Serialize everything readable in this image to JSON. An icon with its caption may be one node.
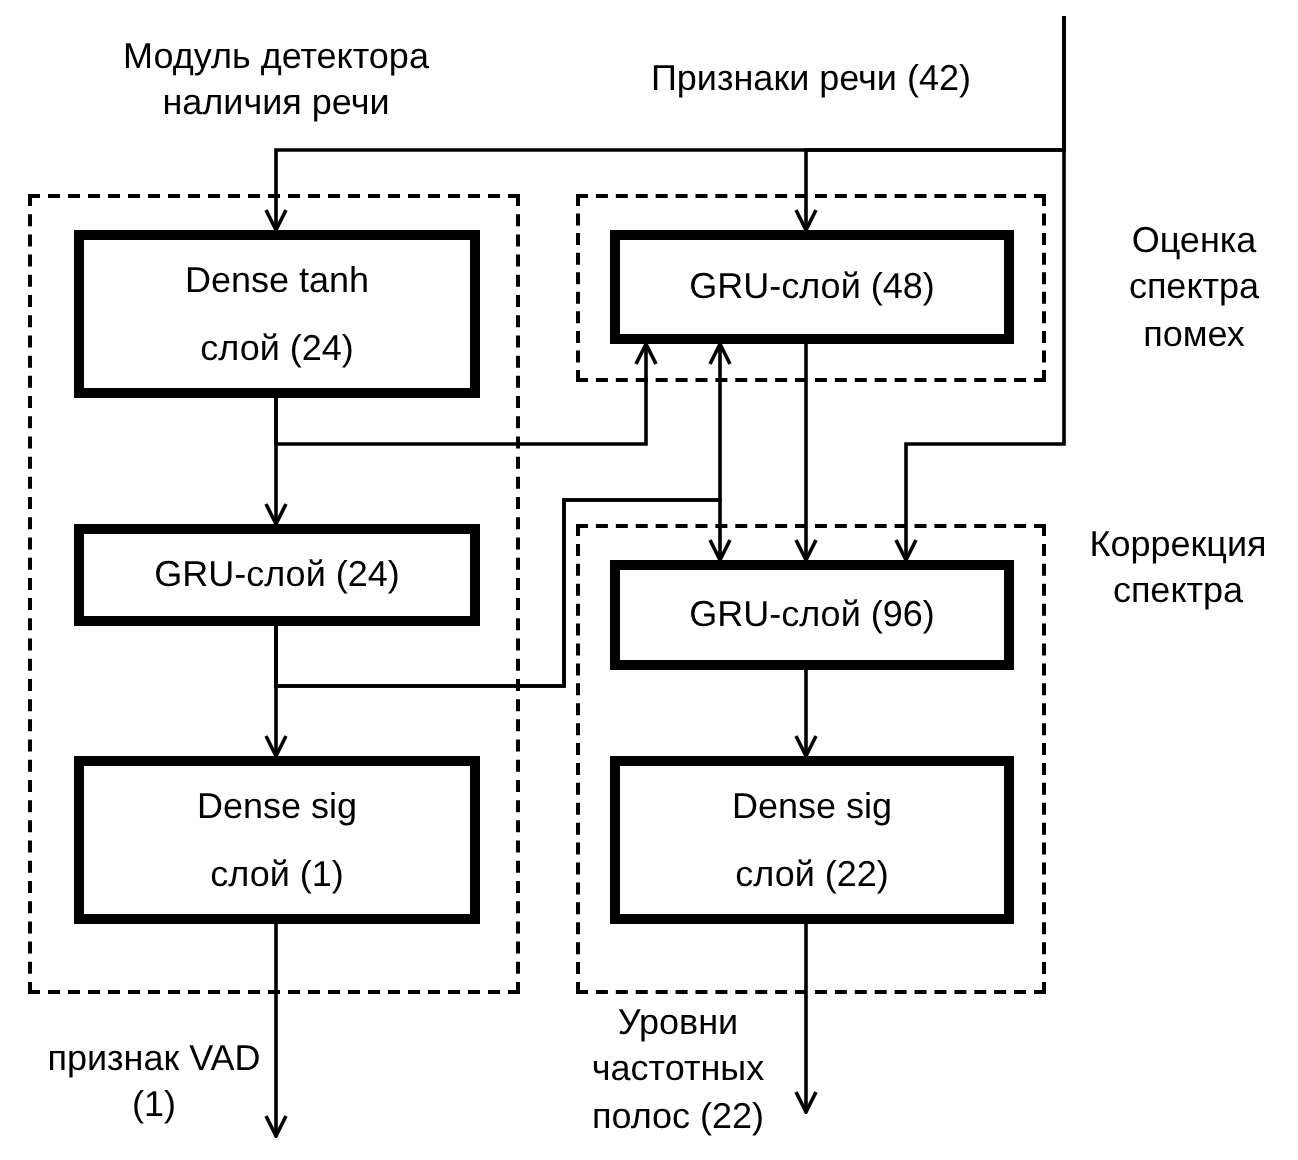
{
  "diagram": {
    "nodes": [
      {
        "text": [
          "Модуль детектора наличия речи"
        ]
      },
      {
        "text": [
          "Dense tanh слой (24)"
        ],
        "in": 0
      },
      {
        "text": [
          "GRU-слой (24)"
        ],
        "in": 0
      },
      {
        "text": [
          "Dense sig слой (1)"
        ],
        "in": 0
      },
      {
        "text": [
          "Оценка спектра помех"
        ]
      },
      {
        "text": [
          "GRU-слой (48)"
        ],
        "in": 4
      },
      {
        "text": [
          "Коррекция спектра"
        ]
      },
      {
        "text": [
          "GRU-слой (96)"
        ],
        "in": 6
      },
      {
        "text": [
          "Dense sig слой (22)"
        ],
        "in": 6
      },
      {
        "text": [
          "признак VAD (1)"
        ]
      },
      {
        "text": [
          "Уровни частотных полос (22)"
        ]
      }
    ],
    "edges": [
      {
        "from": null,
        "to": 1,
        "arrow": "to"
      },
      {
        "from": null,
        "to": 5,
        "arrow": "to"
      },
      {
        "from": null,
        "to": 7,
        "arrow": "to"
      },
      {
        "from": 1,
        "to": 2,
        "arrow": "to"
      },
      {
        "from": 1,
        "to": 5,
        "arrow": "to"
      },
      {
        "from": 2,
        "to": 3,
        "arrow": "to"
      },
      {
        "from": 2,
        "to": 5,
        "arrow": "to"
      },
      {
        "from": 2,
        "to": 7,
        "arrow": "to"
      },
      {
        "from": 5,
        "to": 7,
        "arrow": "to"
      },
      {
        "from": 7,
        "to": 8,
        "arrow": "to"
      },
      {
        "from": 3,
        "to": 9,
        "arrow": "to"
      },
      {
        "from": 8,
        "to": 10,
        "arrow": "to"
      }
    ],
    "labels": [
      "Признаки речи (42)"
    ]
  }
}
